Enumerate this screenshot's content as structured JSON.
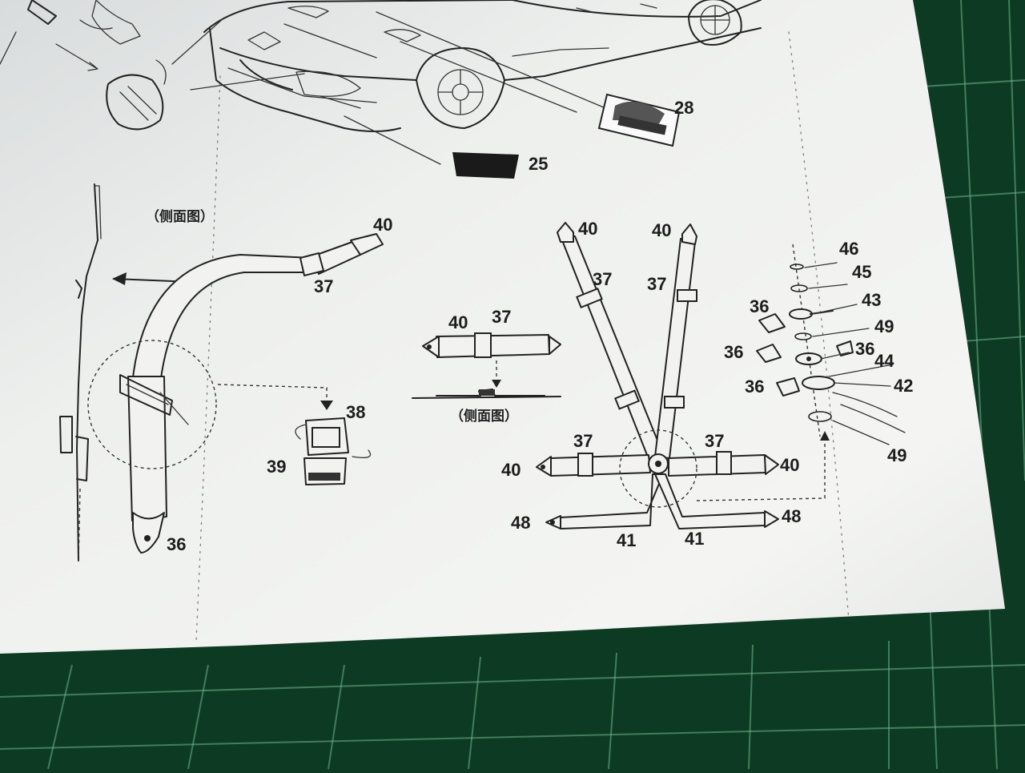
{
  "figure": "photo of a printed scale model kit instruction sheet (seat belt / harness assembly) lying on a green cutting mat",
  "colors": {
    "mat": "#0d3a22",
    "mat_grid": "#6fb58c",
    "paper": "#eef0ee",
    "ink": "#222222"
  },
  "top_section": {
    "labels": {
      "decal_plate": "28",
      "black_patch": "25"
    }
  },
  "side_view": {
    "caption": "（侧面图）",
    "labels": {
      "top": "40",
      "slider": "37",
      "anchor": "36",
      "buckle_a": "38",
      "buckle_b": "39"
    }
  },
  "lap_belt_detail": {
    "label_40": "40",
    "label_37": "37",
    "caption": "（侧面图）"
  },
  "harness": {
    "shoulder_left_end": "40",
    "shoulder_right_end": "40",
    "shoulder_left_adjuster": "37",
    "shoulder_right_adjuster": "37",
    "lap_left_adjuster": "37",
    "lap_right_adjuster": "37",
    "lap_left_end": "40",
    "lap_right_end": "40",
    "sub_left_end": "48",
    "sub_right_end": "48",
    "sub_left": "41",
    "sub_right": "41"
  },
  "buckle_exploded": {
    "part_46": "46",
    "part_45": "45",
    "part_43": "43",
    "part_49_top": "49",
    "part_36_a": "36",
    "part_36_b": "36",
    "part_36_c": "36",
    "part_36_d": "36",
    "part_44": "44",
    "part_42": "42",
    "part_49_bottom": "49"
  }
}
